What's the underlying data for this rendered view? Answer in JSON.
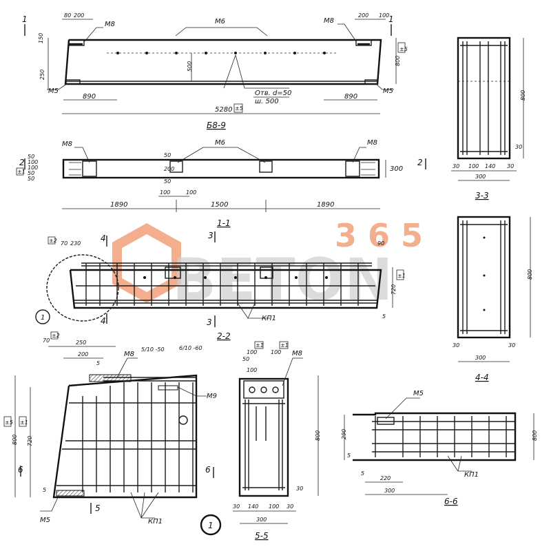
{
  "watermark": {
    "number": "3 6 5",
    "word": "BETON",
    "color_accent": "#f2a27a",
    "color_gray": "#c8c8c8"
  },
  "elevation": {
    "title": "Б8-9",
    "marks": {
      "m8_left": "М8",
      "m6": "М6",
      "m8_right": "М8",
      "m5_left": "М5",
      "m5_right": "М5"
    },
    "dims": {
      "d80": "80",
      "d200_l": "200",
      "d200_r": "200",
      "d100_r": "100",
      "d150": "150",
      "d250": "250",
      "d500": "500",
      "d890_l": "890",
      "d890_r": "890",
      "d800": "800",
      "d5280": "5280",
      "tol_a": "±5",
      "tol_b": "±5"
    },
    "holes_note_1": "Отв. d=50",
    "holes_note_2": "ш. 500",
    "section_1": "1"
  },
  "plan": {
    "title": "1-1",
    "marks": {
      "m8_left": "М8",
      "m6": "М6",
      "m8_right": "М8"
    },
    "dims": {
      "d50_a": "50",
      "d100_a": "100",
      "d100_b": "100",
      "d50_b": "50",
      "d50_c": "50",
      "d200": "200",
      "d50_d": "50",
      "d50_e": "50",
      "d300": "300",
      "d100_c": "100",
      "d100_d": "100",
      "d1890_l": "1890",
      "d1500": "1500",
      "d1890_r": "1890",
      "tol": "±1"
    },
    "section_2": "2"
  },
  "section_22": {
    "title": "2-2",
    "dims": {
      "d70": "70",
      "d230": "230",
      "d90": "90",
      "d720": "720",
      "d5": "5",
      "tol_a": "±2",
      "tol_b": "±1"
    },
    "markers": {
      "s4": "4",
      "s3": "3",
      "s3b": "3",
      "s4b": "4"
    },
    "callout": "1",
    "kp": "КП1"
  },
  "section_33": {
    "title": "3-3",
    "dims": {
      "d800": "800",
      "d30_a": "30",
      "d30_b": "30",
      "d100": "100",
      "d140": "140",
      "d30_c": "30",
      "d300": "300"
    }
  },
  "section_44": {
    "title": "4-4",
    "dims": {
      "d800": "800",
      "d30_a": "30",
      "d30_b": "30",
      "d300": "300"
    }
  },
  "detail_1": {
    "title": "1",
    "marks": {
      "m8": "М8",
      "m9": "М9",
      "m5": "М5",
      "kp": "КП1"
    },
    "dims": {
      "d70": "70",
      "d250": "250",
      "d200": "200",
      "d5_a": "5",
      "frac_a": "5/10 -50",
      "frac_b": "6/10 -60",
      "d800": "800",
      "d720": "720",
      "d5_b": "5",
      "tol_a": "±2",
      "tol_b": "±5",
      "tol_c": "±1"
    },
    "markers": {
      "s6_l": "6",
      "s6_r": "6",
      "s5": "5"
    }
  },
  "section_55": {
    "title": "5-5",
    "marks": {
      "m8": "М8"
    },
    "dims": {
      "d50": "50",
      "d100_a": "100",
      "d100_b": "100",
      "d100_c": "100",
      "d800": "800",
      "d30_a": "30",
      "d30_b": "30",
      "d140": "140",
      "d100_d": "100",
      "d30_c": "30",
      "d300": "300",
      "tol_a": "±1",
      "tol_b": "±1"
    }
  },
  "section_66": {
    "title": "6-6",
    "marks": {
      "m5": "М5",
      "kp": "КП1"
    },
    "dims": {
      "d290": "290",
      "d5_a": "5",
      "d5_b": "5",
      "d220": "220",
      "d300": "300",
      "d800": "800"
    }
  }
}
